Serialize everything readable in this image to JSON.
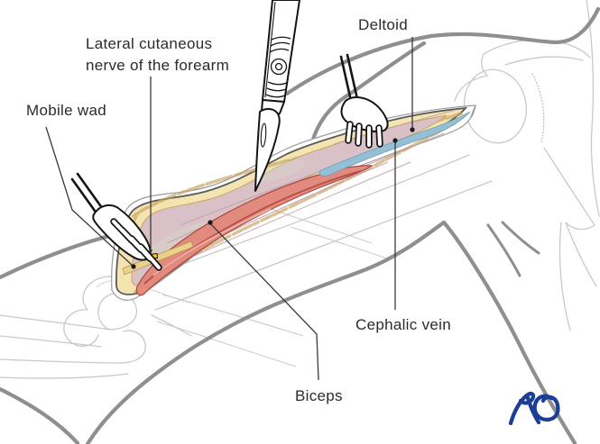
{
  "figure": {
    "description": "Surgical illustration: anterolateral exposure of the upper arm with a retracted skin incision, scalpel and two rake retractors; elbow and shoulder skeleton shown in light outline",
    "background_color": "#ffffff"
  },
  "labels": {
    "lateral_cutaneous_nerve": "Lateral cutaneous\nnerve of the forearm",
    "mobile_wad": "Mobile wad",
    "deltoid": "Deltoid",
    "cephalic_vein": "Cephalic vein",
    "biceps": "Biceps"
  },
  "logo": {
    "text": "AO",
    "color": "#1d3e96"
  },
  "instruments": [
    "scalpel",
    "rake retractor (distal)",
    "rake retractor (proximal)"
  ],
  "colors": {
    "arm_contour": "#8f8f8f",
    "bone_outline": "#c9c9c9",
    "skin_cut_edge": "#5a5a5a",
    "subcutaneous_fat": "#f3e4b2",
    "fat_lobule": "#c8a35f",
    "muscle_bed": "#dac1c8",
    "muscle_striation": "#c09fa9",
    "biceps_muscle": "#e28a7e",
    "biceps_deep_line": "#b5514a",
    "cephalic_vein": "#95bfd4",
    "nerve_band": "#ead28c",
    "nerve_marker": "#ffd400",
    "instrument_outline": "#151515",
    "leader_line": "#3a3a3a",
    "label_text": "#2b2b2b"
  }
}
